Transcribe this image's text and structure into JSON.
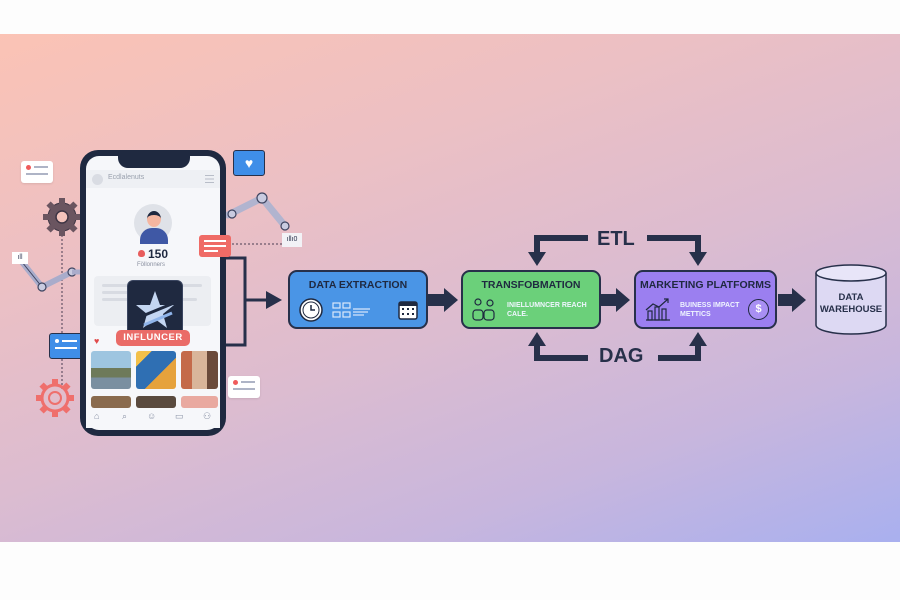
{
  "phone": {
    "app_title": "Ecdlalenuts",
    "followers_count": "150",
    "followers_label": "Föllonners",
    "badge_label": "INFLUNCER",
    "nav_icons": [
      "home-icon",
      "search-icon",
      "smile-icon",
      "inbox-icon",
      "profile-icon"
    ]
  },
  "decorations": {
    "robot_arm_left_tag": "ıll",
    "robot_arm_right_tag": "ıllı0"
  },
  "pipeline": {
    "extraction": {
      "title": "DATA EXTRACTION",
      "color": "#4a95e6"
    },
    "transformation": {
      "title": "TRANSFOBMATION",
      "text_line1": "INIELLUMNCER REACH",
      "text_line2": "CALE.",
      "color": "#6bd07a"
    },
    "marketing": {
      "title": "MARKETING PLATFORMS",
      "text_line1": "BUINESS IMPACT",
      "text_line2": "METTICS",
      "color": "#9b7ff0"
    },
    "warehouse": {
      "line1": "DATA",
      "line2": "WAREHOUSE"
    },
    "etl_label": "ETL",
    "dag_label": "DAG"
  },
  "colors": {
    "dark_navy": "#27304a",
    "badge_red": "#ea6b67",
    "chat_blue": "#3f8ee8"
  }
}
